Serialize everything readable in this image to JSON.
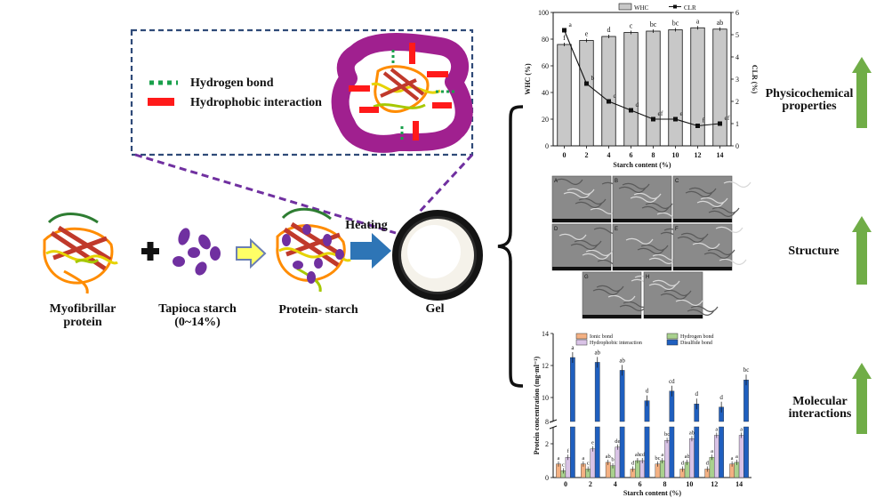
{
  "legend": {
    "hydrogen_bond": "Hydrogen bond",
    "hydrophobic": "Hydrophobic interaction"
  },
  "labels": {
    "myofibrillar": [
      "Myofibrillar",
      "protein"
    ],
    "tapioca": [
      "Tapioca starch",
      "(0~14%)"
    ],
    "protein_starch": "Protein- starch",
    "heating": "Heating",
    "gel": "Gel",
    "physicochemical": [
      "Physicochemical",
      "properties"
    ],
    "structure": "Structure",
    "molecular": [
      "Molecular",
      "interactions"
    ]
  },
  "colors": {
    "dashed_box": "#2f4a78",
    "purple": "#7030a0",
    "arrow_blue": "#2e75b6",
    "arrow_yellow": "#ffff66",
    "green_arrow": "#70ad47",
    "hydrophobic_red": "#ff1a1a",
    "hbond_green": "#19a04b",
    "whc_bar": "#c8c8c8",
    "ionic": "#f4b183",
    "hydrogen": "#a9d18e",
    "hydrophobic_bar": "#d9c3e6",
    "disulfide": "#1f5fbf"
  },
  "sem_labels": [
    "A",
    "B",
    "C",
    "D",
    "E",
    "F",
    "G",
    "H"
  ],
  "chart_data": [
    {
      "type": "bar",
      "title": "",
      "legend": [
        "WHC",
        "CLR"
      ],
      "xlabel": "Starch content (%)",
      "ylabel": "WHC (%)",
      "y2label": "CLR (%)",
      "categories": [
        "0",
        "2",
        "4",
        "6",
        "8",
        "10",
        "12",
        "14"
      ],
      "ylim": [
        0,
        100
      ],
      "y2lim": [
        0,
        6
      ],
      "yticks": [
        "0",
        "20",
        "40",
        "60",
        "80",
        "100"
      ],
      "y2ticks": [
        "0",
        "1",
        "2",
        "3",
        "4",
        "5",
        "6"
      ],
      "series": [
        {
          "name": "WHC",
          "type": "bar",
          "values": [
            76,
            79,
            82,
            85,
            86,
            87,
            88.5,
            87.5
          ],
          "letters": [
            "f",
            "e",
            "d",
            "c",
            "bc",
            "bc",
            "a",
            "ab"
          ]
        },
        {
          "name": "CLR",
          "type": "line",
          "values": [
            5.2,
            2.8,
            2.0,
            1.6,
            1.2,
            1.2,
            0.9,
            1.0
          ],
          "letters": [
            "a",
            "b",
            "c",
            "d",
            "ef",
            "e",
            "f",
            "ef"
          ]
        }
      ]
    },
    {
      "type": "bar",
      "title": "",
      "legend": [
        "Ionic bond",
        "Hydrogen bond",
        "Hydrophobic interaction",
        "Disulfide bond"
      ],
      "xlabel": "Starch content (%)",
      "ylabel": "Protein concentration (mg·ml⁻¹)",
      "categories": [
        "0",
        "2",
        "4",
        "6",
        "8",
        "10",
        "12",
        "14"
      ],
      "yticks": [
        "0",
        "2",
        "8",
        "10",
        "12",
        "14"
      ],
      "series": [
        {
          "name": "Ionic bond",
          "values": [
            0.8,
            0.8,
            0.9,
            0.5,
            0.8,
            0.5,
            0.5,
            0.8
          ],
          "letters": [
            "a",
            "a",
            "ab",
            "d",
            "bc",
            "d",
            "d",
            "a"
          ]
        },
        {
          "name": "Hydrogen bond",
          "values": [
            0.4,
            0.5,
            0.7,
            1.0,
            1.0,
            0.9,
            1.2,
            0.9
          ],
          "letters": [
            "c",
            "c",
            "b",
            "ab",
            "a",
            "ab",
            "a",
            "a"
          ]
        },
        {
          "name": "Hydrophobic interaction",
          "values": [
            1.2,
            1.7,
            1.8,
            1.0,
            2.2,
            2.3,
            2.5,
            2.5
          ],
          "letters": [
            "f",
            "e",
            "de",
            "cd",
            "bc",
            "ab",
            "a",
            "a"
          ]
        },
        {
          "name": "Disulfide bond",
          "values": [
            12.5,
            12.2,
            11.7,
            9.8,
            10.4,
            9.6,
            9.4,
            11.1
          ],
          "letters": [
            "a",
            "ab",
            "ab",
            "d",
            "cd",
            "d",
            "d",
            "bc"
          ]
        }
      ]
    }
  ]
}
